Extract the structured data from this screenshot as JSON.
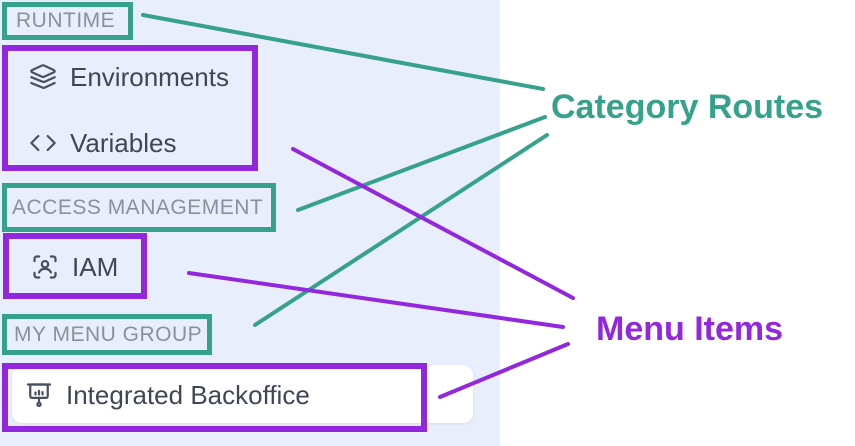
{
  "colors": {
    "category_accent": "#36a28b",
    "menu_accent": "#9327dd",
    "sidebar_bg": "#e8eefb",
    "menu_text": "#3f4754",
    "category_text": "#8b9199"
  },
  "sidebar": {
    "groups": [
      {
        "category": "RUNTIME",
        "items": [
          {
            "label": "Environments",
            "icon": "layers-icon"
          },
          {
            "label": "Variables",
            "icon": "code-icon"
          }
        ]
      },
      {
        "category": "ACCESS MANAGEMENT",
        "items": [
          {
            "label": "IAM",
            "icon": "user-scan-icon"
          }
        ]
      },
      {
        "category": "MY MENU GROUP",
        "items": [
          {
            "label": "Integrated Backoffice",
            "icon": "presentation-chart-icon",
            "active": true
          }
        ]
      }
    ]
  },
  "annotations": {
    "category_label": "Category Routes",
    "menu_label": "Menu Items"
  }
}
